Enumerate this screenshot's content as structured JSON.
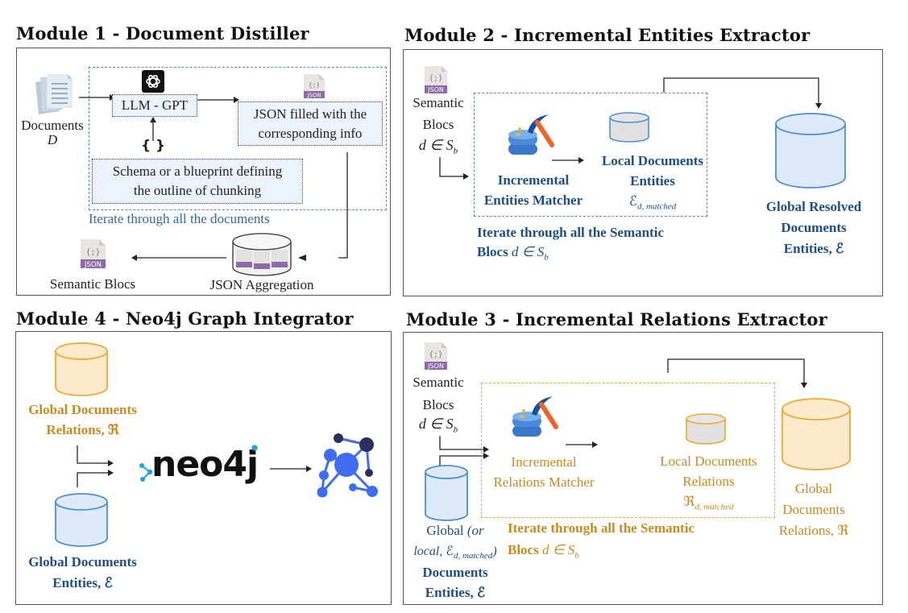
{
  "modules": {
    "m1": {
      "title": "Module 1 - Document Distiller",
      "documents_label": "Documents",
      "documents_symbol": "D",
      "llm_label": "LLM - GPT",
      "json_output_line1": "JSON filled with the",
      "json_output_line2": "corresponding info",
      "braces_label": "{ }",
      "schema_line1": "Schema or a blueprint defining",
      "schema_line2": "the outline of chunking",
      "iterate_label": "Iterate through all the documents",
      "semantic_blocs_label": "Semantic Blocs",
      "aggregation_label": "JSON Aggregation",
      "json_icon_text": "JSON",
      "json_icon_glyph": "{;}"
    },
    "m2": {
      "title": "Module 2 - Incremental Entities Extractor",
      "semantic_line1": "Semantic",
      "semantic_line2": "Blocs",
      "membership": "d ∈ S",
      "membership_sub": "b",
      "matcher_line1": "Incremental",
      "matcher_line2": "Entities Matcher",
      "local_line1": "Local Documents",
      "local_line2": "Entities",
      "local_symbol": "ℰ",
      "local_symbol_sub": "d, matched",
      "iterate_line1": "Iterate through all the Semantic",
      "iterate_line2_prefix": "Blocs",
      "iterate_line2_math": "d ∈ S",
      "iterate_line2_sub": "b",
      "global_line1": "Global Resolved",
      "global_line2": "Documents",
      "global_line3": "Entities, ℰ",
      "json_icon_text": "JSON",
      "json_icon_glyph": "{;}"
    },
    "m3": {
      "title": "Module 3 - Incremental Relations Extractor",
      "semantic_line1": "Semantic",
      "semantic_line2": "Blocs",
      "membership": "d ∈ S",
      "membership_sub": "b",
      "matcher_line1": "Incremental",
      "matcher_line2": "Relations Matcher",
      "local_line1": "Local Documents",
      "local_line2": "Relations",
      "local_symbol": "ℜ",
      "local_symbol_sub": "d, matched",
      "iterate_line1": "Iterate through all the Semantic",
      "iterate_line2_prefix": "Blocs",
      "iterate_line2_math": "d ∈ S",
      "iterate_line2_sub": "b",
      "global_line1": "Global",
      "global_line2": "Documents",
      "global_line3": "Relations, ℜ",
      "entities_line1_a": "Global",
      "entities_line1_b": "(or",
      "entities_line2_a": "local,",
      "entities_line2_sym": "ℰ",
      "entities_line2_sub": "d, matched",
      "entities_line2_close": ")",
      "entities_line3": "Documents",
      "entities_line4": "Entities, ℰ",
      "json_icon_text": "JSON",
      "json_icon_glyph": "{;}"
    },
    "m4": {
      "title": "Module 4 - Neo4j Graph Integrator",
      "relations_line1": "Global Documents",
      "relations_line2": "Relations, ℜ",
      "entities_line1": "Global Documents",
      "entities_line2": "Entities, ℰ",
      "neo4j_logo_text": "neo4j"
    }
  },
  "colors": {
    "entities_blue": "#1d4e8a",
    "relations_orange": "#c98a1e",
    "dash_blue": "#4a8fd6",
    "dash_orange": "#f0a830",
    "json_purple": "#8e6aa8",
    "cyl_blue_fill": "#deeaf9",
    "cyl_orange_fill": "#fde9cc",
    "graph_blue": "#3f6cf0",
    "graph_navy": "#2b2f5c"
  }
}
